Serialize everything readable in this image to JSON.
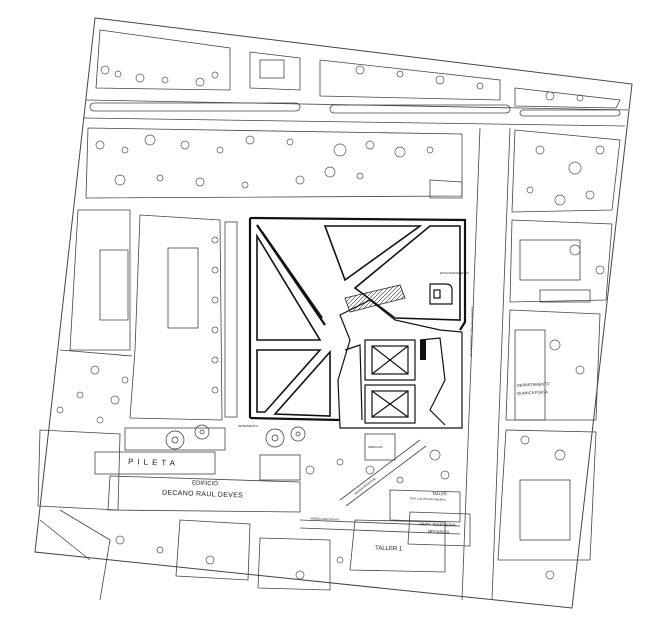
{
  "labels": {
    "pileta": "PILETA",
    "edificio": "EDIFICIO",
    "decano": "DECANO RAUL DEVES",
    "departamento": "DEPARTAMENTO",
    "quimica": "QUIMICA FISICA",
    "taller": "TALLER",
    "taller_sub": "Prof. Luis Ernesto Aguilera",
    "dept_ing": "DEPT. INGENIERIA",
    "mecanica": "MECANICA",
    "taller1": "TALLER 1",
    "vereda": "VEREDA BALDOSAS",
    "pergola": "PERGOLA",
    "avenida": "AV. INGENIERO CARLOS CASARES",
    "estacionamiento": "ESTACIONAMIENTO",
    "monumento": "MONUMENTO",
    "diag": "SENDA PEATONAL"
  },
  "colors": {
    "line": "#222222",
    "background": "#ffffff"
  }
}
